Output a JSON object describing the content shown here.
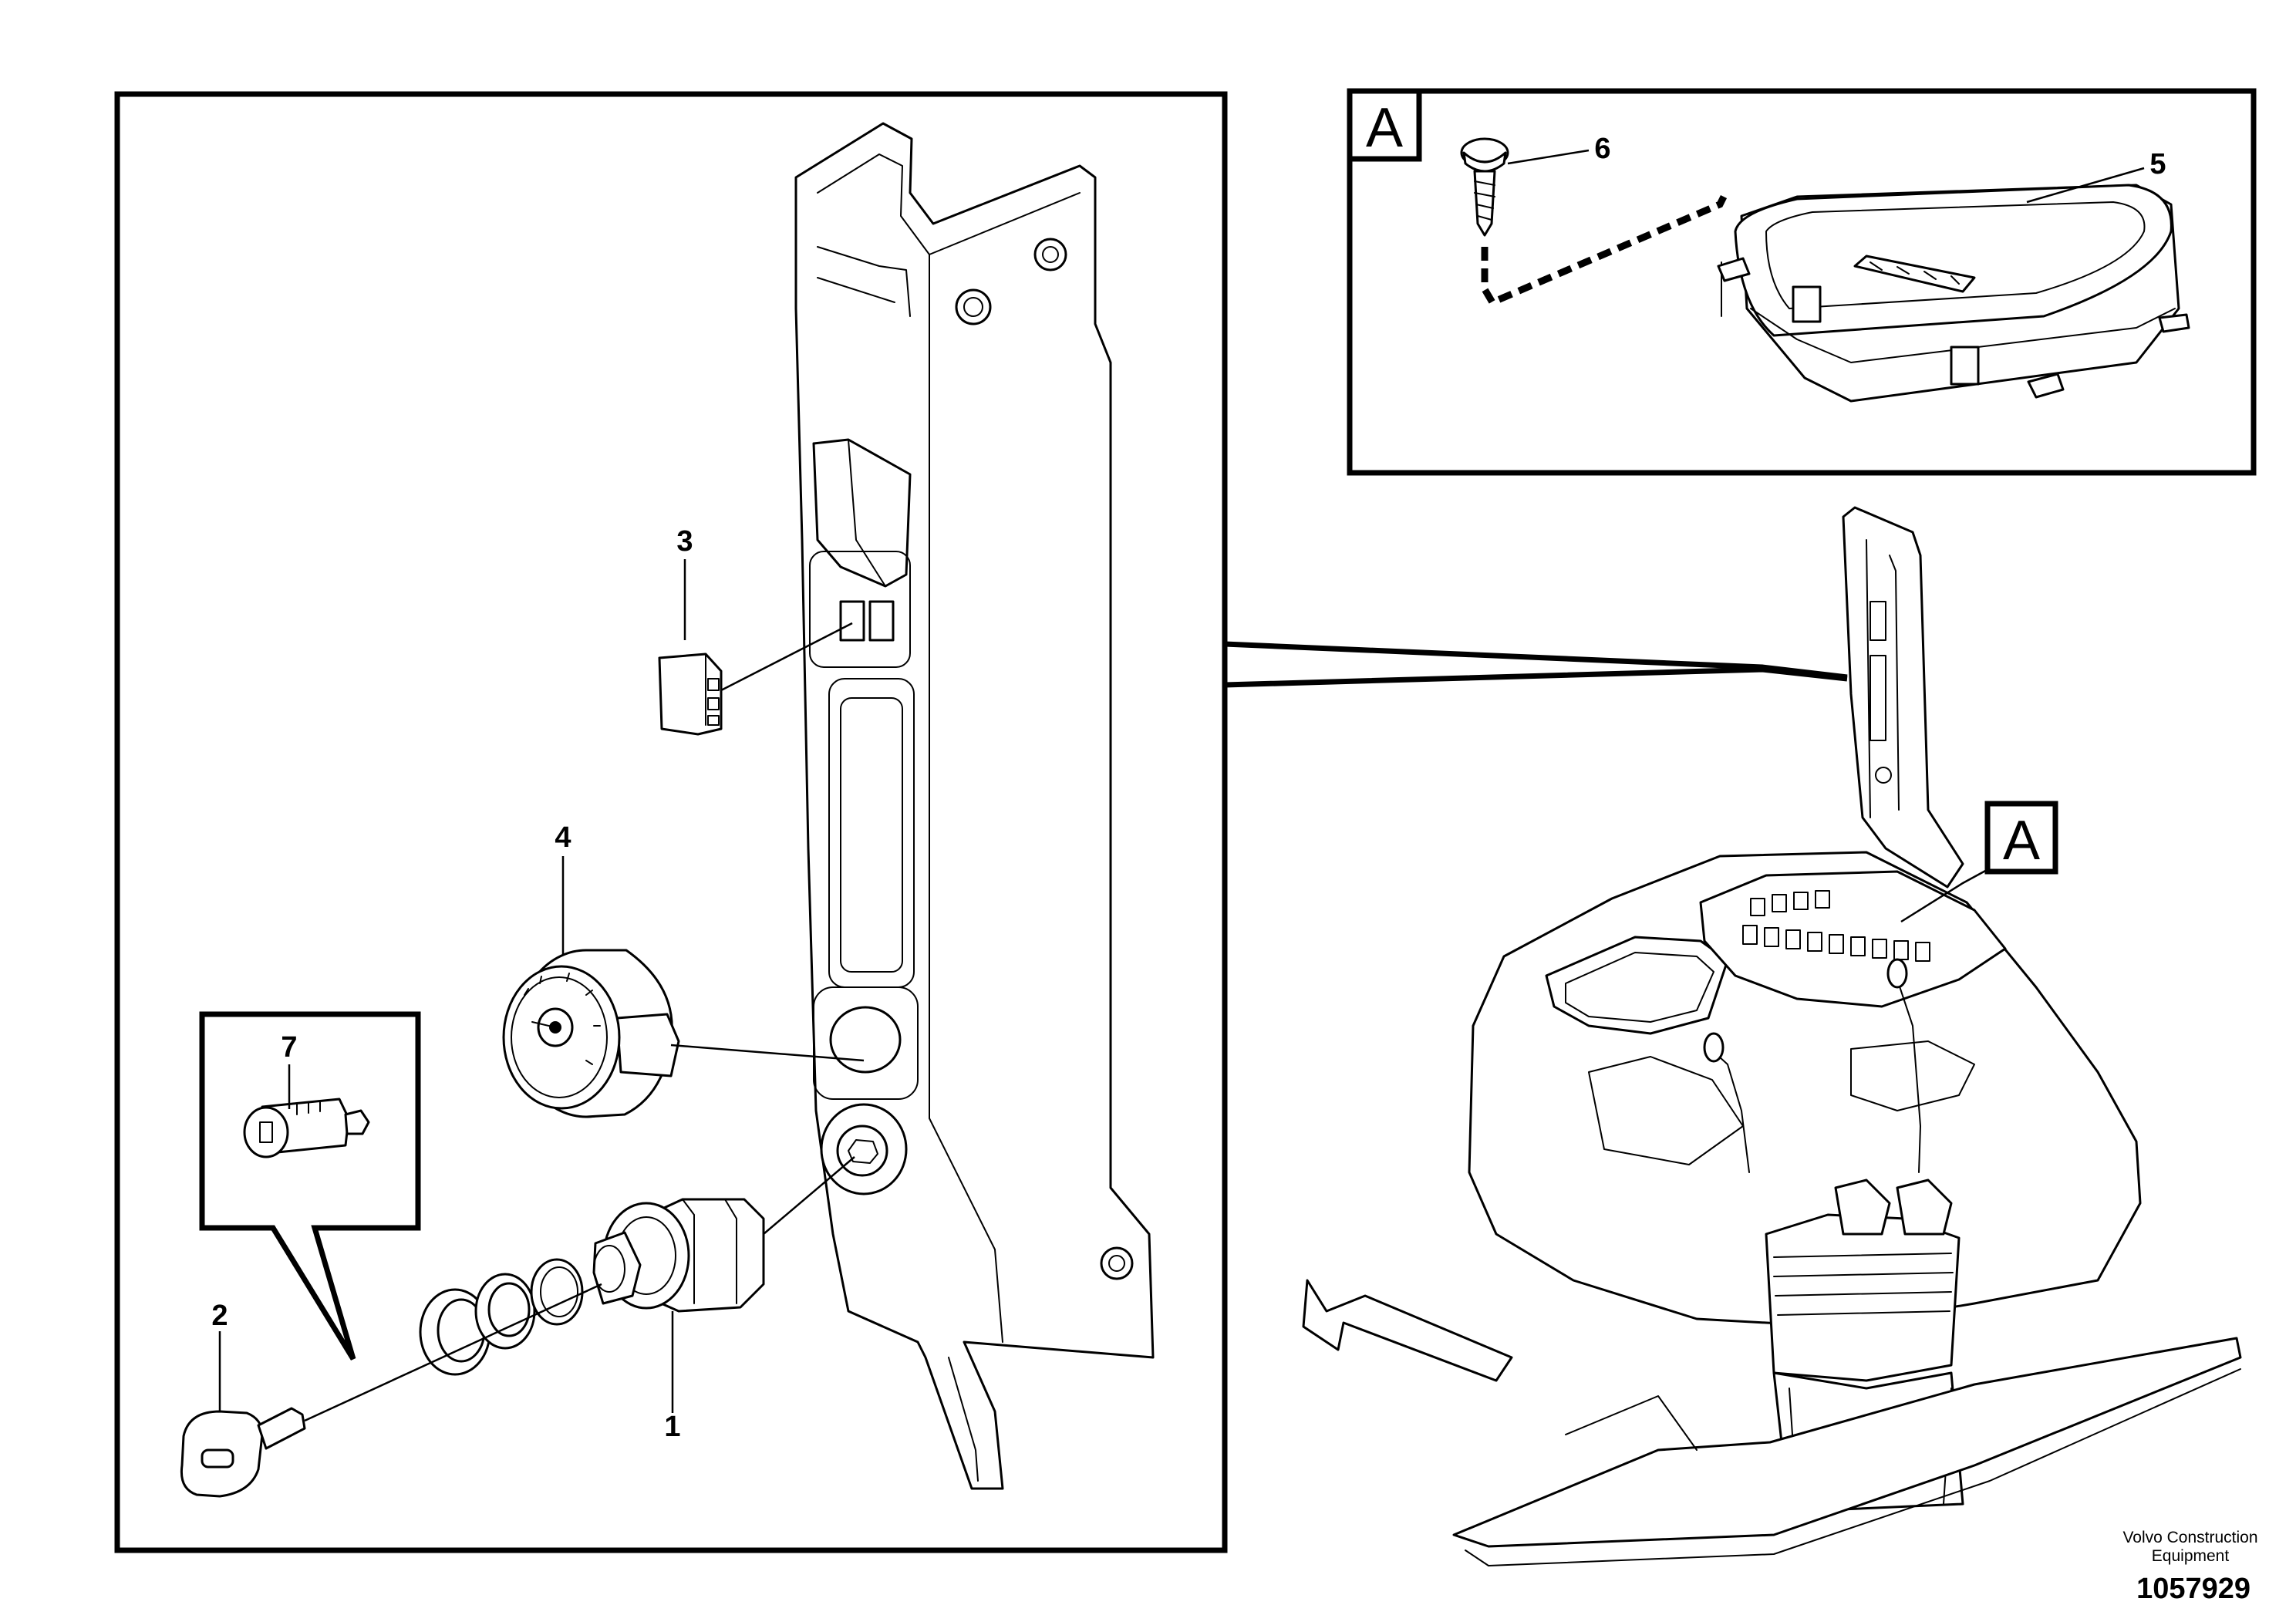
{
  "callouts": {
    "c1": "1",
    "c2": "2",
    "c3": "3",
    "c4": "4",
    "c5": "5",
    "c6": "6",
    "c7": "7"
  },
  "detail": {
    "inset_label": "A",
    "view_label": "A"
  },
  "footer": {
    "company_line1": "Volvo Construction",
    "company_line2": "Equipment",
    "drawing_number": "1057929"
  }
}
